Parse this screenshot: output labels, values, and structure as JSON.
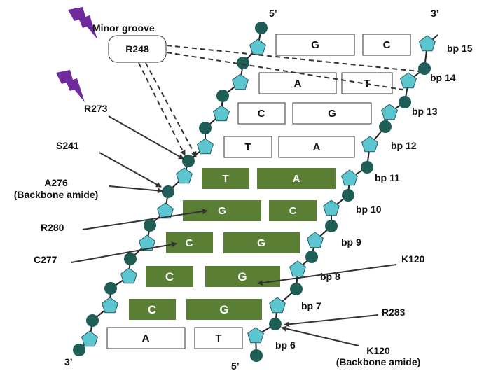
{
  "strand_ends": {
    "top_left": "5’",
    "top_right": "3’",
    "bottom_left": "3’",
    "bottom_right": "5’"
  },
  "minor_groove_label": "Minor groove",
  "highlighted_color": "#5a7e33",
  "phosphate_color": "#1e5e57",
  "sugar_color": "#5bc6cf",
  "base_pairs": [
    {
      "label": "bp 15",
      "left": "G",
      "right": "C",
      "contact": false
    },
    {
      "label": "bp 14",
      "left": "A",
      "right": "T",
      "contact": false
    },
    {
      "label": "bp 13",
      "left": "C",
      "right": "G",
      "contact": false
    },
    {
      "label": "bp 12",
      "left": "T",
      "right": "A",
      "contact": false
    },
    {
      "label": "bp 11",
      "left": "T",
      "right": "A",
      "contact": true
    },
    {
      "label": "bp 10",
      "left": "G",
      "right": "C",
      "contact": true
    },
    {
      "label": "bp 9",
      "left": "C",
      "right": "G",
      "contact": true
    },
    {
      "label": "bp 8",
      "left": "C",
      "right": "G",
      "contact": true
    },
    {
      "label": "bp 7",
      "left": "C",
      "right": "G",
      "contact": true
    },
    {
      "label": "bp 6",
      "left": "A",
      "right": "T",
      "contact": false
    }
  ],
  "residues": {
    "r248": "R248",
    "r273": "R273",
    "s241": "S241",
    "a276_line1": "A276",
    "a276_line2": "(Backbone amide)",
    "r280": "R280",
    "c277": "C277",
    "k120_top": "K120",
    "r283": "R283",
    "k120_bottom_line1": "K120",
    "k120_bottom_line2": "(Backbone amide)"
  }
}
